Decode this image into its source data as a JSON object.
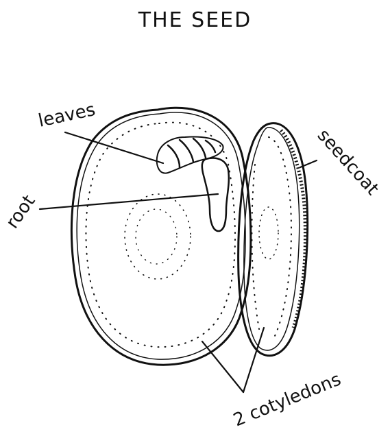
{
  "title": "THE SEED",
  "labels": {
    "leaves": "leaves",
    "root": "root",
    "seed_coat": "seedcoat",
    "cotyledons": "2 cotyledons"
  }
}
